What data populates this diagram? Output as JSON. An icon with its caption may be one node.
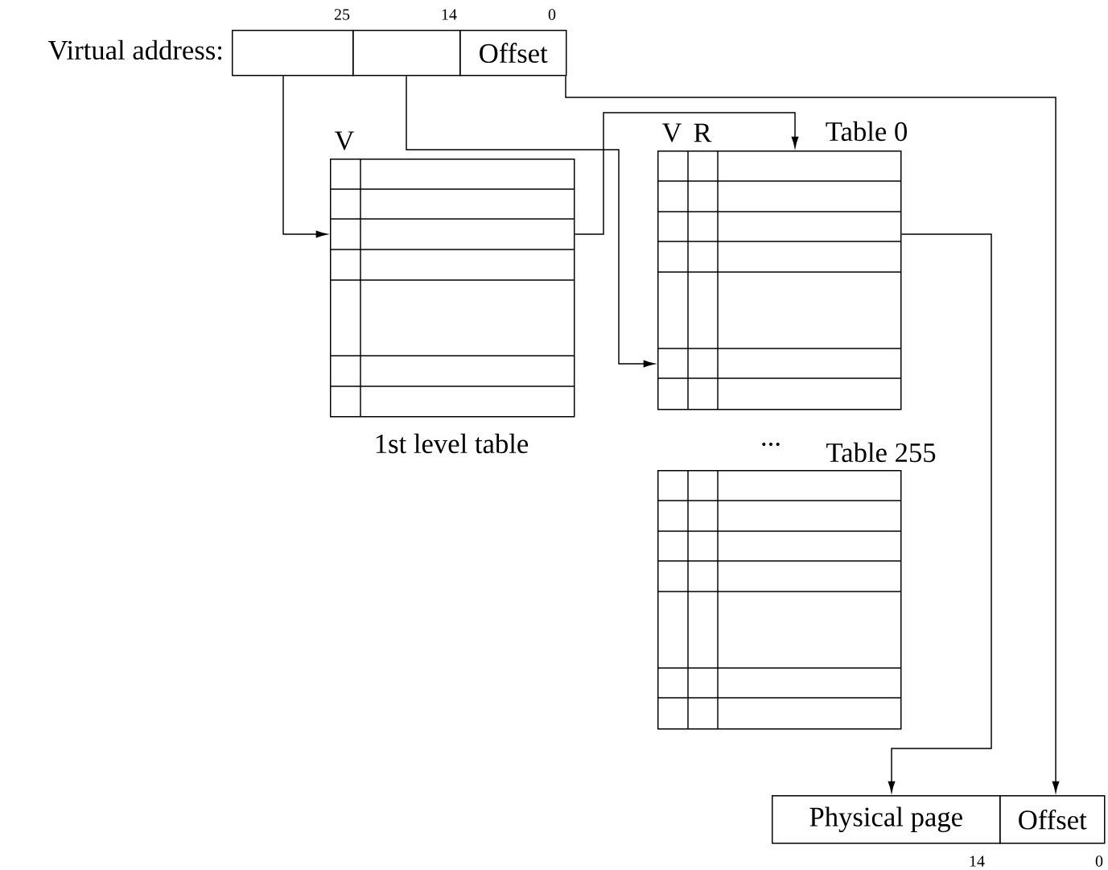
{
  "diagram": {
    "nodes": [
      {
        "text": [],
        "shape": "box"
      },
      {
        "text": [],
        "shape": "box"
      },
      {
        "text": [
          "Offset"
        ]
      },
      {
        "text": [],
        "shape": "table",
        "beside": [
          "1st level table"
        ]
      },
      {
        "text": [],
        "shape": "table",
        "beside": [
          "Table 0"
        ]
      },
      {
        "text": [],
        "shape": "table",
        "beside": [
          "Table 255"
        ]
      },
      {
        "text": [
          "Physical page"
        ]
      },
      {
        "text": [
          "Offset"
        ]
      }
    ],
    "edges": [
      {
        "from": 0,
        "to": 3,
        "arrow": "to"
      },
      {
        "from": 3,
        "to": 4,
        "arrow": "to"
      },
      {
        "from": 1,
        "to": 4,
        "arrow": "to"
      },
      {
        "from": 4,
        "to": 6,
        "arrow": "to"
      },
      {
        "from": 2,
        "to": 7,
        "arrow": "to"
      }
    ],
    "labels": [
      "Virtual address:",
      "25",
      "14",
      "0",
      "V",
      "V",
      "R",
      "...",
      "14",
      "0"
    ]
  }
}
